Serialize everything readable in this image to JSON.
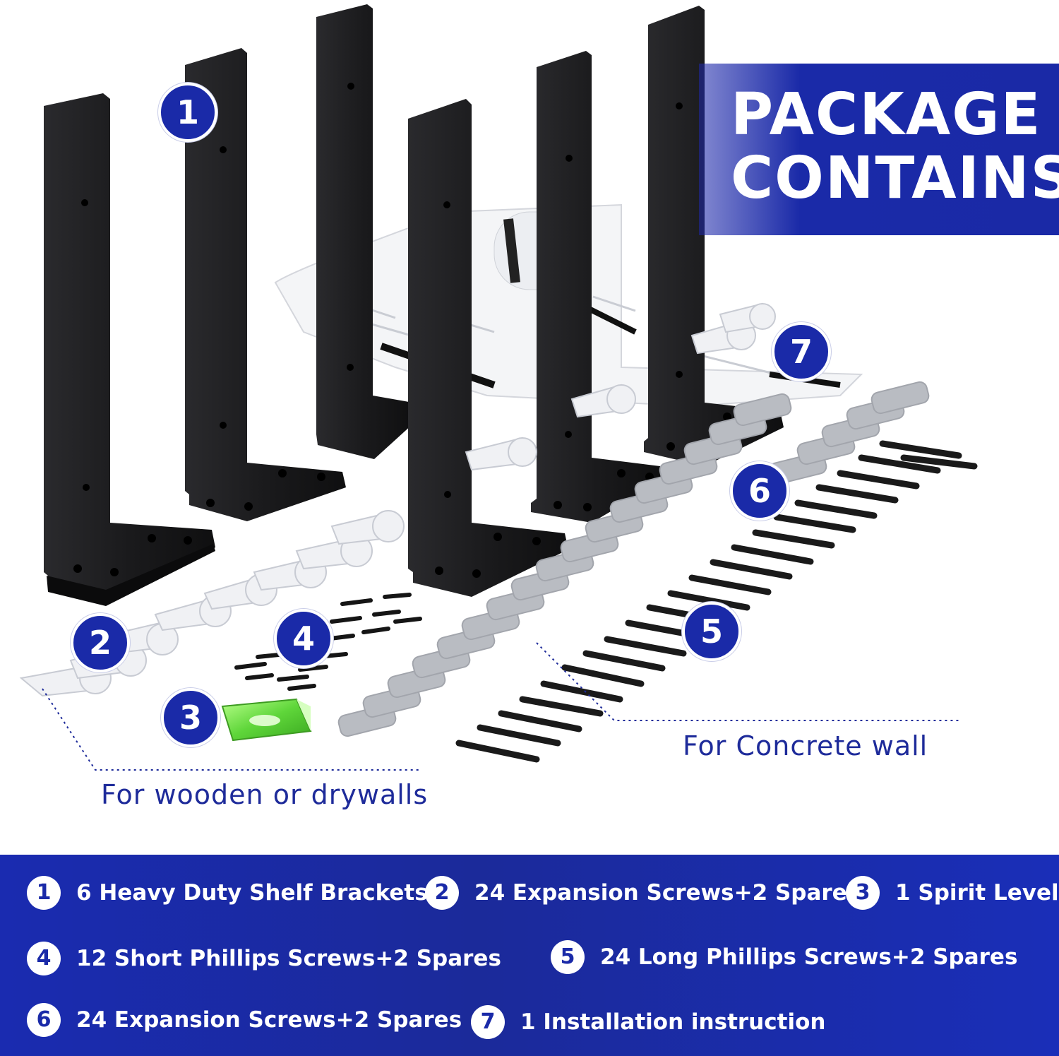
{
  "title": {
    "line1": "PACKAGE",
    "line2": "CONTAINS"
  },
  "callouts": [
    "1",
    "2",
    "3",
    "4",
    "5",
    "6",
    "7"
  ],
  "wall_labels": {
    "wooden": "For wooden or drywalls",
    "concrete": "For Concrete wall"
  },
  "legend": [
    {
      "num": "1",
      "text": "6 Heavy Duty Shelf Brackets"
    },
    {
      "num": "2",
      "text": "24 Expansion Screws+2 Spares"
    },
    {
      "num": "3",
      "text": "1 Spirit Level"
    },
    {
      "num": "4",
      "text": "12 Short Phillips Screws+2 Spares"
    },
    {
      "num": "5",
      "text": "24 Long Phillips Screws+2 Spares"
    },
    {
      "num": "6",
      "text": "24 Expansion Screws+2 Spares"
    },
    {
      "num": "7",
      "text": "1 Installation instruction"
    }
  ],
  "colors": {
    "brand_blue": "#1a2aa8",
    "label_blue": "#1e2b9a",
    "bracket_black": "#1b1b1d",
    "anchor_grey": "#b9bcc2",
    "level_green": "#6ee04a"
  },
  "icons": [
    "shelf-bracket-icon",
    "drywall-anchor-icon",
    "spirit-level-icon",
    "phillips-screw-icon",
    "concrete-anchor-icon",
    "instruction-sheet-icon"
  ]
}
